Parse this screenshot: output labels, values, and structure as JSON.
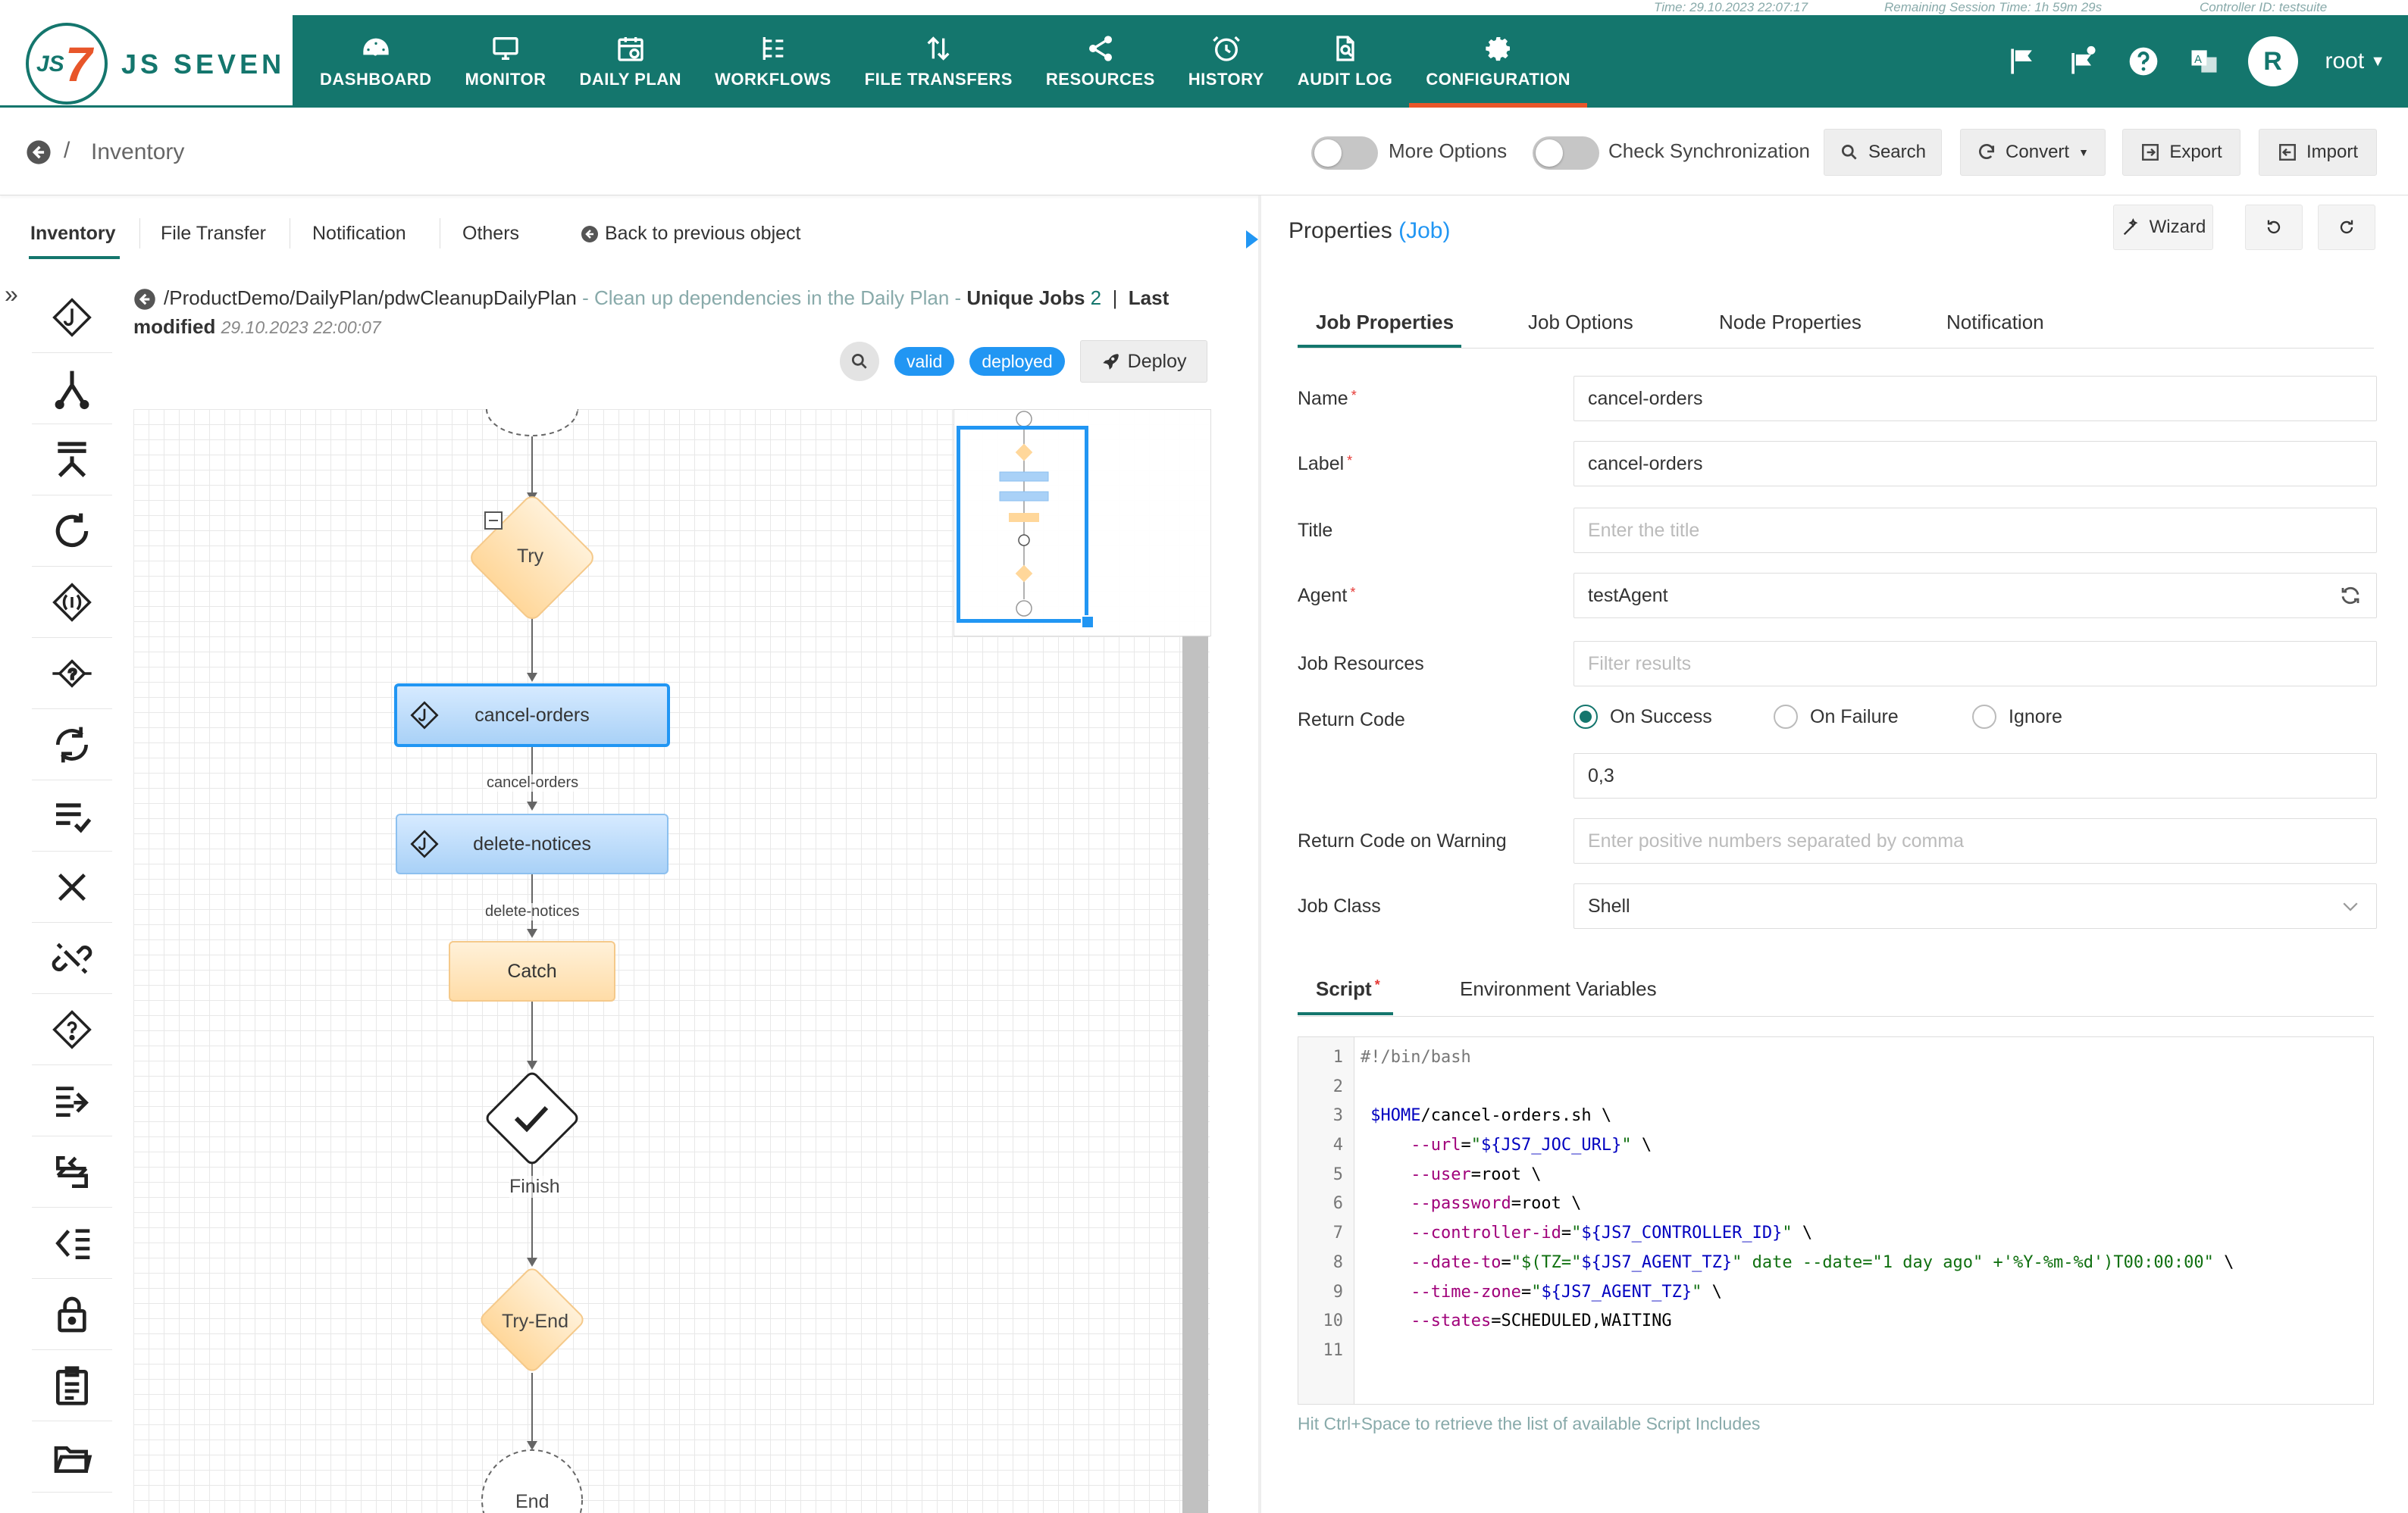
{
  "status_bar": {
    "time": "Time: 29.10.2023 22:07:17",
    "session": "Remaining Session Time: 1h 59m 29s",
    "controller": "Controller ID: testsuite"
  },
  "brand": {
    "name": "JS SEVEN"
  },
  "nav": [
    {
      "label": "DASHBOARD",
      "icon": "dashboard-icon"
    },
    {
      "label": "MONITOR",
      "icon": "monitor-icon"
    },
    {
      "label": "DAILY PLAN",
      "icon": "calendar-icon"
    },
    {
      "label": "WORKFLOWS",
      "icon": "workflow-icon"
    },
    {
      "label": "FILE TRANSFERS",
      "icon": "transfer-icon"
    },
    {
      "label": "RESOURCES",
      "icon": "share-icon"
    },
    {
      "label": "HISTORY",
      "icon": "clock-icon"
    },
    {
      "label": "AUDIT LOG",
      "icon": "audit-icon"
    },
    {
      "label": "CONFIGURATION",
      "icon": "gear-icon",
      "active": true
    }
  ],
  "user": {
    "initial": "R",
    "name": "root"
  },
  "breadcrumb": {
    "title": "Inventory"
  },
  "toolbar": {
    "more_options": "More Options",
    "check_sync": "Check Synchronization",
    "search": "Search",
    "convert": "Convert",
    "export": "Export",
    "import": "Import"
  },
  "left_tabs": {
    "inventory": "Inventory",
    "file_transfer": "File Transfer",
    "notification": "Notification",
    "others": "Others",
    "back": "Back to previous object"
  },
  "workflow": {
    "path": "/ProductDemo/DailyPlan/pdwCleanupDailyPlan",
    "description": "- Clean up dependencies in the Daily Plan -",
    "unique_jobs_label": "Unique Jobs",
    "unique_jobs_count": "2",
    "separator": "|",
    "last_modified_label": "Last modified",
    "last_modified": "29.10.2023 22:00:07",
    "badge_valid": "valid",
    "badge_deployed": "deployed",
    "deploy": "Deploy"
  },
  "diagram": {
    "try": "Try",
    "job1": "cancel-orders",
    "edge1": "cancel-orders",
    "job2": "delete-notices",
    "edge2": "delete-notices",
    "catch": "Catch",
    "finish": "Finish",
    "try_end": "Try-End",
    "end": "End"
  },
  "properties": {
    "title": "Properties",
    "type": "(Job)",
    "wizard": "Wizard",
    "tabs": {
      "job_properties": "Job Properties",
      "job_options": "Job Options",
      "node_properties": "Node Properties",
      "notification": "Notification"
    },
    "fields": {
      "name_label": "Name",
      "name_value": "cancel-orders",
      "label_label": "Label",
      "label_value": "cancel-orders",
      "title_label": "Title",
      "title_placeholder": "Enter the title",
      "agent_label": "Agent",
      "agent_value": "testAgent",
      "job_resources_label": "Job Resources",
      "job_resources_placeholder": "Filter results",
      "return_code_label": "Return Code",
      "rc_on_success": "On Success",
      "rc_on_failure": "On Failure",
      "rc_ignore": "Ignore",
      "return_code_value": "0,3",
      "rc_warning_label": "Return Code on Warning",
      "rc_warning_placeholder": "Enter positive numbers separated by comma",
      "job_class_label": "Job Class",
      "job_class_value": "Shell"
    },
    "script_tabs": {
      "script": "Script",
      "env": "Environment Variables"
    },
    "script_lines": [
      "1",
      "2",
      "3",
      "4",
      "5",
      "6",
      "7",
      "8",
      "9",
      "10",
      "11"
    ],
    "script_hint": "Hit Ctrl+Space to retrieve the list of available Script Includes"
  },
  "colors": {
    "header": "#14766d",
    "accent": "#e8562a",
    "blue": "#2196f3"
  }
}
